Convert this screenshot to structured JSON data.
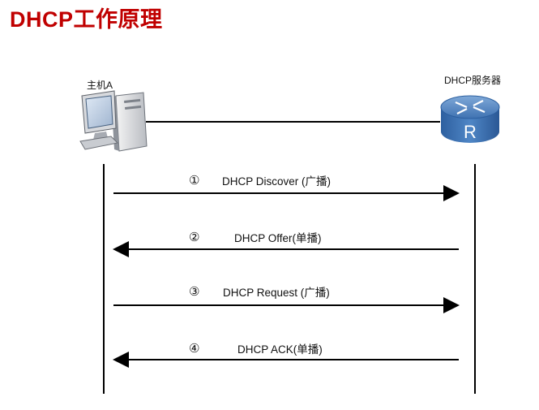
{
  "title": "DHCP工作原理",
  "nodes": {
    "host": {
      "label": "主机A"
    },
    "server": {
      "label": "DHCP服务器",
      "glyph": "R"
    }
  },
  "messages": [
    {
      "num": "①",
      "text": "DHCP Discover (广播)",
      "direction": "host-to-server"
    },
    {
      "num": "②",
      "text": "DHCP Offer(单播)",
      "direction": "server-to-host"
    },
    {
      "num": "③",
      "text": "DHCP Request (广播)",
      "direction": "host-to-server"
    },
    {
      "num": "④",
      "text": "DHCP ACK(单播)",
      "direction": "server-to-host"
    }
  ]
}
